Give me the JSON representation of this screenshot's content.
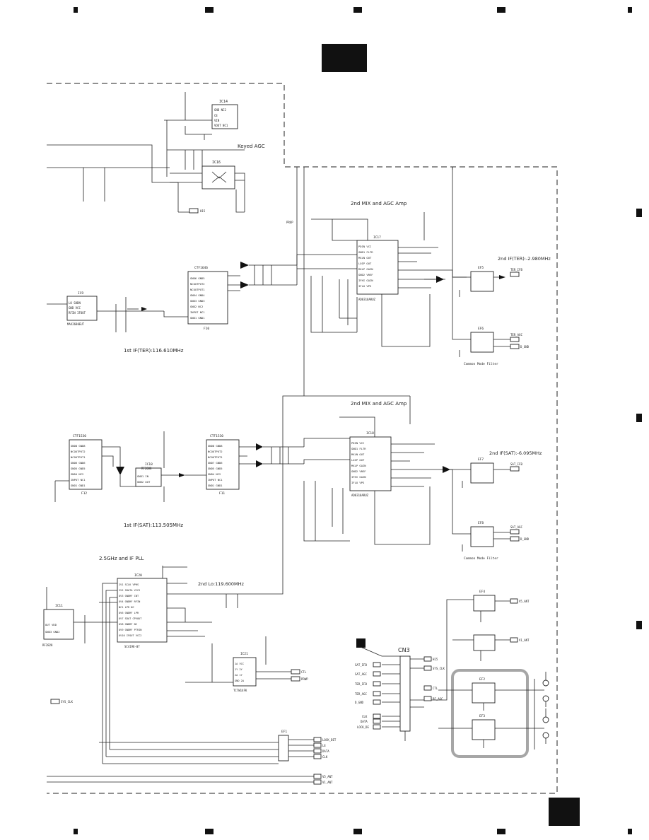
{
  "section_labels": {
    "keyed_agc": "Keyed AGC",
    "mix_ter": "2nd MIX and AGC Amp",
    "mix_sat": "2nd MIX and AGC Amp",
    "if_ter_out": "2nd IF(TER):-2.980MHz",
    "if_sat_out": "2nd IF(SAT):-6.095MHz",
    "first_if_ter": "1st IF(TER):116.610MHz",
    "first_if_sat": "1st IF(SAT):113.505MHz",
    "pll": "2.5GHz and IF PLL",
    "lo": "2nd Lo:119.600MHz",
    "cmf1": "Common Mode Filter",
    "cmf2": "Common Mode Filter"
  },
  "chips": {
    "ic14": "IC14",
    "ic17": "IC17",
    "ic18": "IC18",
    "ic19": "IC19",
    "ic20": "IC20",
    "ic21": "IC21",
    "ic11": "IC11",
    "ic16": "IC16",
    "f10": "F10",
    "f11": "F11",
    "f12": "F12",
    "ef1": "EF1",
    "ef2": "EF2",
    "ef3": "EF3",
    "ef4": "EF4",
    "ef5": "EF5",
    "ef6": "EF6",
    "ef7": "EF7",
    "ef8": "EF8"
  },
  "connector": {
    "name": "CN3",
    "left_signals": [
      "SAT_IFB",
      "SAT_AGC",
      "TER_IFB",
      "TER_AGC",
      "D_GND",
      "CLK",
      "DATA",
      "LOCK_DE"
    ],
    "right_signals": [
      "H15",
      "SYS_CLK",
      "CTL",
      "RF_AGC"
    ]
  },
  "nets": {
    "ter_ifb": "TER_IFB",
    "ter_agc": "TER_AGC",
    "sat_ifb": "SAT_IFB",
    "sat_agc": "SAT_AGC",
    "d_gnd": "D_GND",
    "v5_ant": "V5_ANT",
    "v1_ant": "V1_ANT",
    "ctl": "CTL",
    "prwp": "PRWP",
    "lock_det": "LOCK_DET",
    "le": "LE",
    "data": "DATA",
    "clk": "CLK",
    "sys_clk": "SYS_CLK",
    "h15": "H15"
  },
  "colors": {
    "ink": "#222222",
    "highlight": "#a6a6a6",
    "tab": "#111111"
  }
}
